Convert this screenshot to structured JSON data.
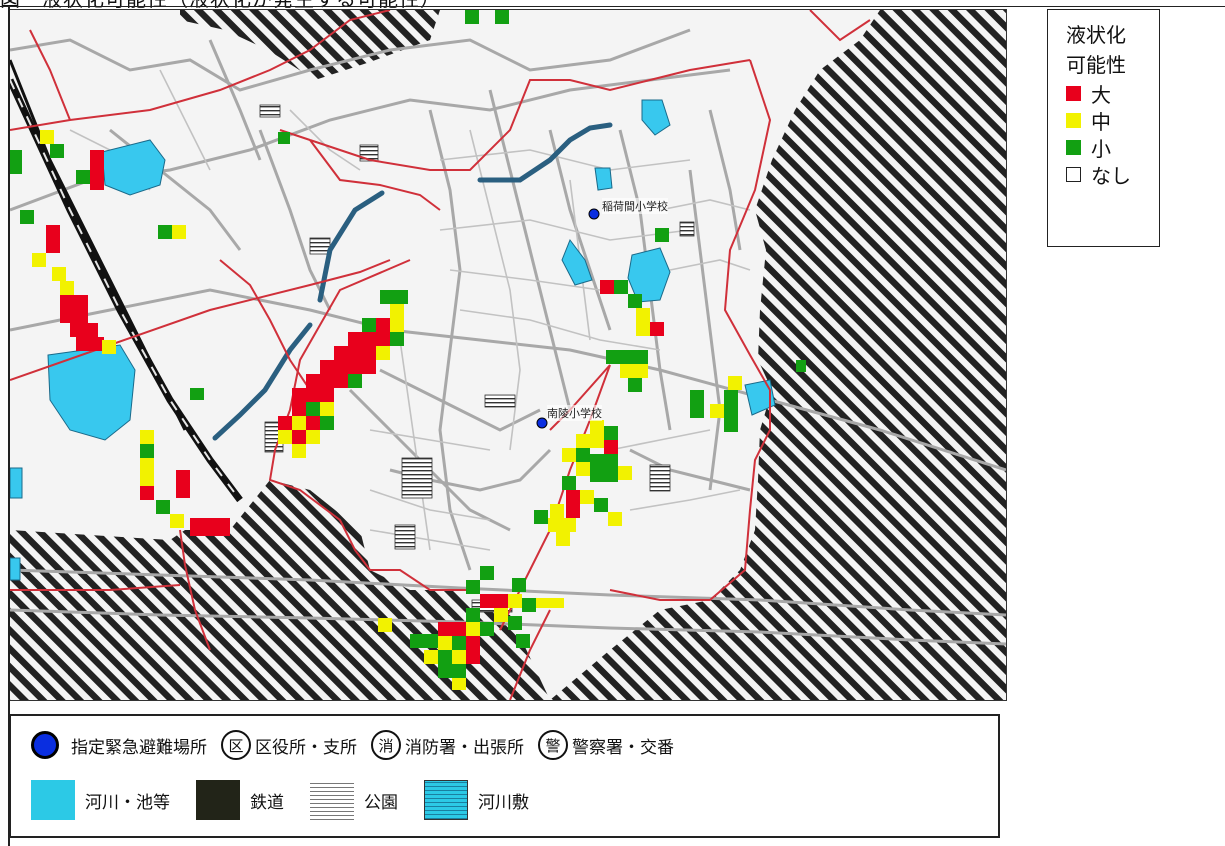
{
  "page": {
    "title": "図　液状化可能性（液状化が発生する可能性）"
  },
  "map": {
    "labels": {
      "school_1": "稲荷間小学校",
      "school_2": "南陵小学校"
    },
    "colors": {
      "base": "#f4f4f4",
      "road": "#aaaaaa",
      "district_boundary": "#d0303a",
      "hatch": "#222222",
      "water": "#38c8ee",
      "rail": "#111111",
      "river": "#2a5f80",
      "high": "#e8001c",
      "medium": "#f2f200",
      "low": "#12a012",
      "shelter": "#0a2ee0"
    }
  },
  "legend": {
    "title_line1": "液状化",
    "title_line2": "可能性",
    "items": [
      {
        "label": "大",
        "color": "#e8001c"
      },
      {
        "label": "中",
        "color": "#f2f200"
      },
      {
        "label": "小",
        "color": "#12a012"
      },
      {
        "label": "なし",
        "color": "#ffffff"
      }
    ]
  },
  "bottom_legend": {
    "row1": {
      "shelter_label": "指定緊急避難場所",
      "ward_symbol": "区",
      "ward_label": "区役所・支所",
      "fire_symbol": "消",
      "fire_label": "消防署・出張所",
      "police_symbol": "警",
      "police_label": "警察署・交番"
    },
    "row2": {
      "water_label": "河川・池等",
      "rail_label": "鉄道",
      "park_label": "公園",
      "riverbed_label": "河川敷"
    }
  }
}
